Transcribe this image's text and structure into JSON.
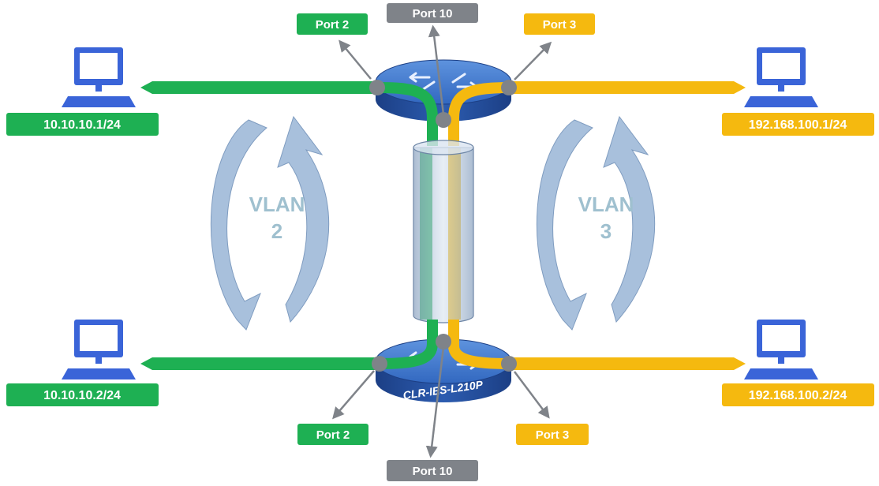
{
  "colors": {
    "vlan2": "#1eb053",
    "vlan3": "#f5b90f",
    "trunk": "#7f8389",
    "port_dot": "#7f8389",
    "pc": "#3a64d8",
    "switch_body": "#2f5fb2",
    "vlan_text": "#9fc0cf",
    "rotation_arrow": "#9fb9d8"
  },
  "icons": {
    "pc": "desktop-computer-icon",
    "switch": "network-switch-icon",
    "vlan_cycle": "circular-arrows-icon"
  },
  "hosts": [
    {
      "address": "10.10.10.1/24",
      "vlan": "2"
    },
    {
      "address": "10.10.10.2/24",
      "vlan": "2"
    },
    {
      "address": "192.168.100.1/24",
      "vlan": "3"
    },
    {
      "address": "192.168.100.2/24",
      "vlan": "3"
    }
  ],
  "ports": {
    "top_left": "Port 2",
    "top_center": "Port 10",
    "top_right": "Port 3",
    "bottom_left": "Port 2",
    "bottom_center": "Port 10",
    "bottom_right": "Port 3"
  },
  "vlans": [
    {
      "word": "VLAN",
      "number": "2"
    },
    {
      "word": "VLAN",
      "number": "3"
    }
  ],
  "switch_model": "CLR-IES-L210P"
}
